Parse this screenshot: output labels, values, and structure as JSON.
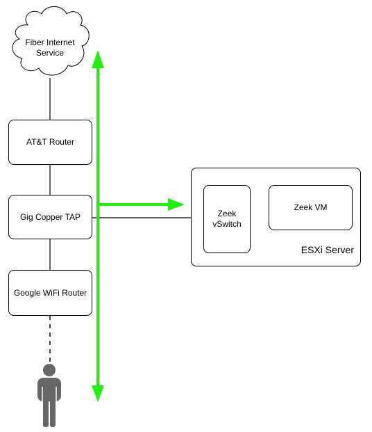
{
  "nodes": {
    "internet": "Fiber Internet\nService",
    "att_router": "AT&T Router",
    "tap": "Gig Copper TAP",
    "google_router": "Google WiFi Router",
    "zeek_vswitch": "Zeek\nvSwitch",
    "zeek_vm": "Zeek VM",
    "esxi": "ESXi Server"
  },
  "colors": {
    "traffic_arrow": "#22ee11",
    "line": "#000000",
    "person": "#666666"
  },
  "icons": {
    "user": "person-icon",
    "internet": "cloud-icon"
  }
}
